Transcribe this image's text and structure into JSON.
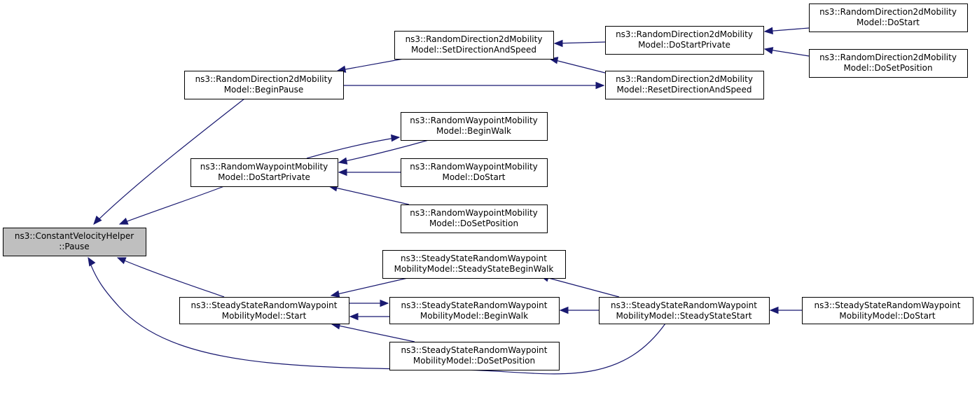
{
  "diagram": {
    "type": "call-graph",
    "nodes": [
      {
        "id": "pause",
        "lines": [
          "ns3::ConstantVelocityHelper",
          "::Pause"
        ],
        "highlighted": true
      },
      {
        "id": "rd2d_beginpause",
        "lines": [
          "ns3::RandomDirection2dMobility",
          "Model::BeginPause"
        ]
      },
      {
        "id": "rd2d_setdirspeed",
        "lines": [
          "ns3::RandomDirection2dMobility",
          "Model::SetDirectionAndSpeed"
        ]
      },
      {
        "id": "rd2d_dostartprivate",
        "lines": [
          "ns3::RandomDirection2dMobility",
          "Model::DoStartPrivate"
        ]
      },
      {
        "id": "rd2d_resetdirspeed",
        "lines": [
          "ns3::RandomDirection2dMobility",
          "Model::ResetDirectionAndSpeed"
        ]
      },
      {
        "id": "rd2d_dostart",
        "lines": [
          "ns3::RandomDirection2dMobility",
          "Model::DoStart"
        ]
      },
      {
        "id": "rd2d_dosetposition",
        "lines": [
          "ns3::RandomDirection2dMobility",
          "Model::DoSetPosition"
        ]
      },
      {
        "id": "rwp_dostartprivate",
        "lines": [
          "ns3::RandomWaypointMobility",
          "Model::DoStartPrivate"
        ]
      },
      {
        "id": "rwp_beginwalk",
        "lines": [
          "ns3::RandomWaypointMobility",
          "Model::BeginWalk"
        ]
      },
      {
        "id": "rwp_dostart",
        "lines": [
          "ns3::RandomWaypointMobility",
          "Model::DoStart"
        ]
      },
      {
        "id": "rwp_dosetposition",
        "lines": [
          "ns3::RandomWaypointMobility",
          "Model::DoSetPosition"
        ]
      },
      {
        "id": "ssrwp_start",
        "lines": [
          "ns3::SteadyStateRandomWaypoint",
          "MobilityModel::Start"
        ]
      },
      {
        "id": "ssrwp_ssbeginwalk",
        "lines": [
          "ns3::SteadyStateRandomWaypoint",
          "MobilityModel::SteadyStateBeginWalk"
        ]
      },
      {
        "id": "ssrwp_beginwalk",
        "lines": [
          "ns3::SteadyStateRandomWaypoint",
          "MobilityModel::BeginWalk"
        ]
      },
      {
        "id": "ssrwp_dosetposition",
        "lines": [
          "ns3::SteadyStateRandomWaypoint",
          "MobilityModel::DoSetPosition"
        ]
      },
      {
        "id": "ssrwp_ssstart",
        "lines": [
          "ns3::SteadyStateRandomWaypoint",
          "MobilityModel::SteadyStateStart"
        ]
      },
      {
        "id": "ssrwp_dostart",
        "lines": [
          "ns3::SteadyStateRandomWaypoint",
          "MobilityModel::DoStart"
        ]
      }
    ],
    "edges": [
      {
        "from": "rd2d_beginpause",
        "to": "pause"
      },
      {
        "from": "rwp_dostartprivate",
        "to": "pause"
      },
      {
        "from": "ssrwp_start",
        "to": "pause"
      },
      {
        "from": "ssrwp_ssstart",
        "to": "pause"
      },
      {
        "from": "rd2d_setdirspeed",
        "to": "rd2d_beginpause"
      },
      {
        "from": "rd2d_beginpause",
        "to": "rd2d_resetdirspeed"
      },
      {
        "from": "rd2d_dostartprivate",
        "to": "rd2d_setdirspeed"
      },
      {
        "from": "rd2d_resetdirspeed",
        "to": "rd2d_setdirspeed"
      },
      {
        "from": "rd2d_dostart",
        "to": "rd2d_dostartprivate"
      },
      {
        "from": "rd2d_dosetposition",
        "to": "rd2d_dostartprivate"
      },
      {
        "from": "rwp_beginwalk",
        "to": "rwp_dostartprivate"
      },
      {
        "from": "rwp_dostartprivate",
        "to": "rwp_beginwalk"
      },
      {
        "from": "rwp_dostart",
        "to": "rwp_dostartprivate"
      },
      {
        "from": "rwp_dosetposition",
        "to": "rwp_dostartprivate"
      },
      {
        "from": "ssrwp_ssbeginwalk",
        "to": "ssrwp_start"
      },
      {
        "from": "ssrwp_beginwalk",
        "to": "ssrwp_start"
      },
      {
        "from": "ssrwp_start",
        "to": "ssrwp_beginwalk"
      },
      {
        "from": "ssrwp_dosetposition",
        "to": "ssrwp_start"
      },
      {
        "from": "ssrwp_ssstart",
        "to": "ssrwp_ssbeginwalk"
      },
      {
        "from": "ssrwp_ssstart",
        "to": "ssrwp_beginwalk"
      },
      {
        "from": "ssrwp_dostart",
        "to": "ssrwp_ssstart"
      }
    ]
  },
  "colors": {
    "edge": "#191970",
    "node_fill": "#ffffff",
    "root_fill": "#bfbfbf",
    "node_stroke": "#000000"
  }
}
